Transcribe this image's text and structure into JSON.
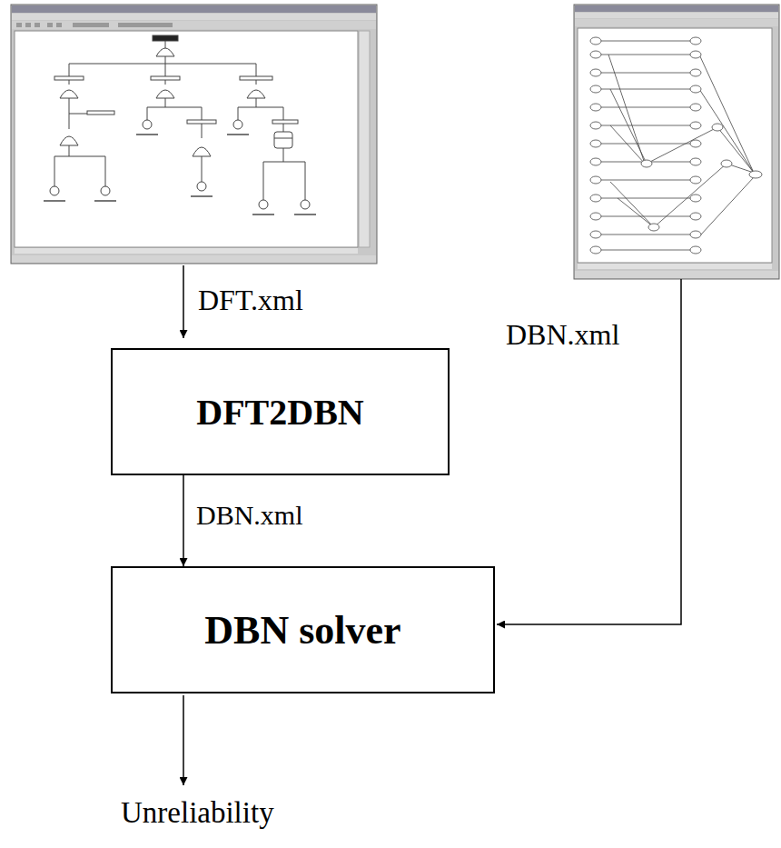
{
  "diagram": {
    "nodes": [
      {
        "text": [
          "DFT2DBN"
        ]
      },
      {
        "text": [
          "DBN solver"
        ]
      }
    ],
    "edges": [
      {
        "from": 0,
        "to": 1,
        "arrow": "to",
        "label": "DBN.xml"
      }
    ],
    "labels": [
      "DFT.xml",
      "DBN.xml",
      "Unreliability"
    ]
  }
}
